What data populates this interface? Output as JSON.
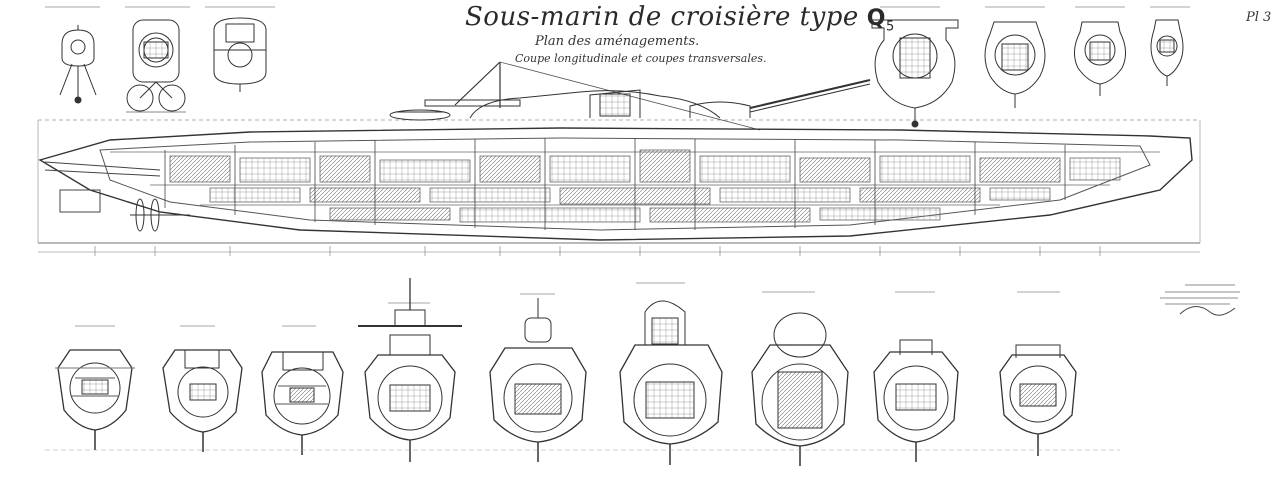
{
  "drawing": {
    "title": "Sous-marin de croisière type",
    "title_code": "Q",
    "title_code_num": "5",
    "subtitle": "Plan des aménagements.",
    "subtitle2": "Coupe longitudinale et coupes transversales.",
    "plate_label": "Pl 3"
  },
  "colors": {
    "ink": "#2f2f2f",
    "paper": "#ffffff",
    "hatch": "#6b6b6b"
  }
}
